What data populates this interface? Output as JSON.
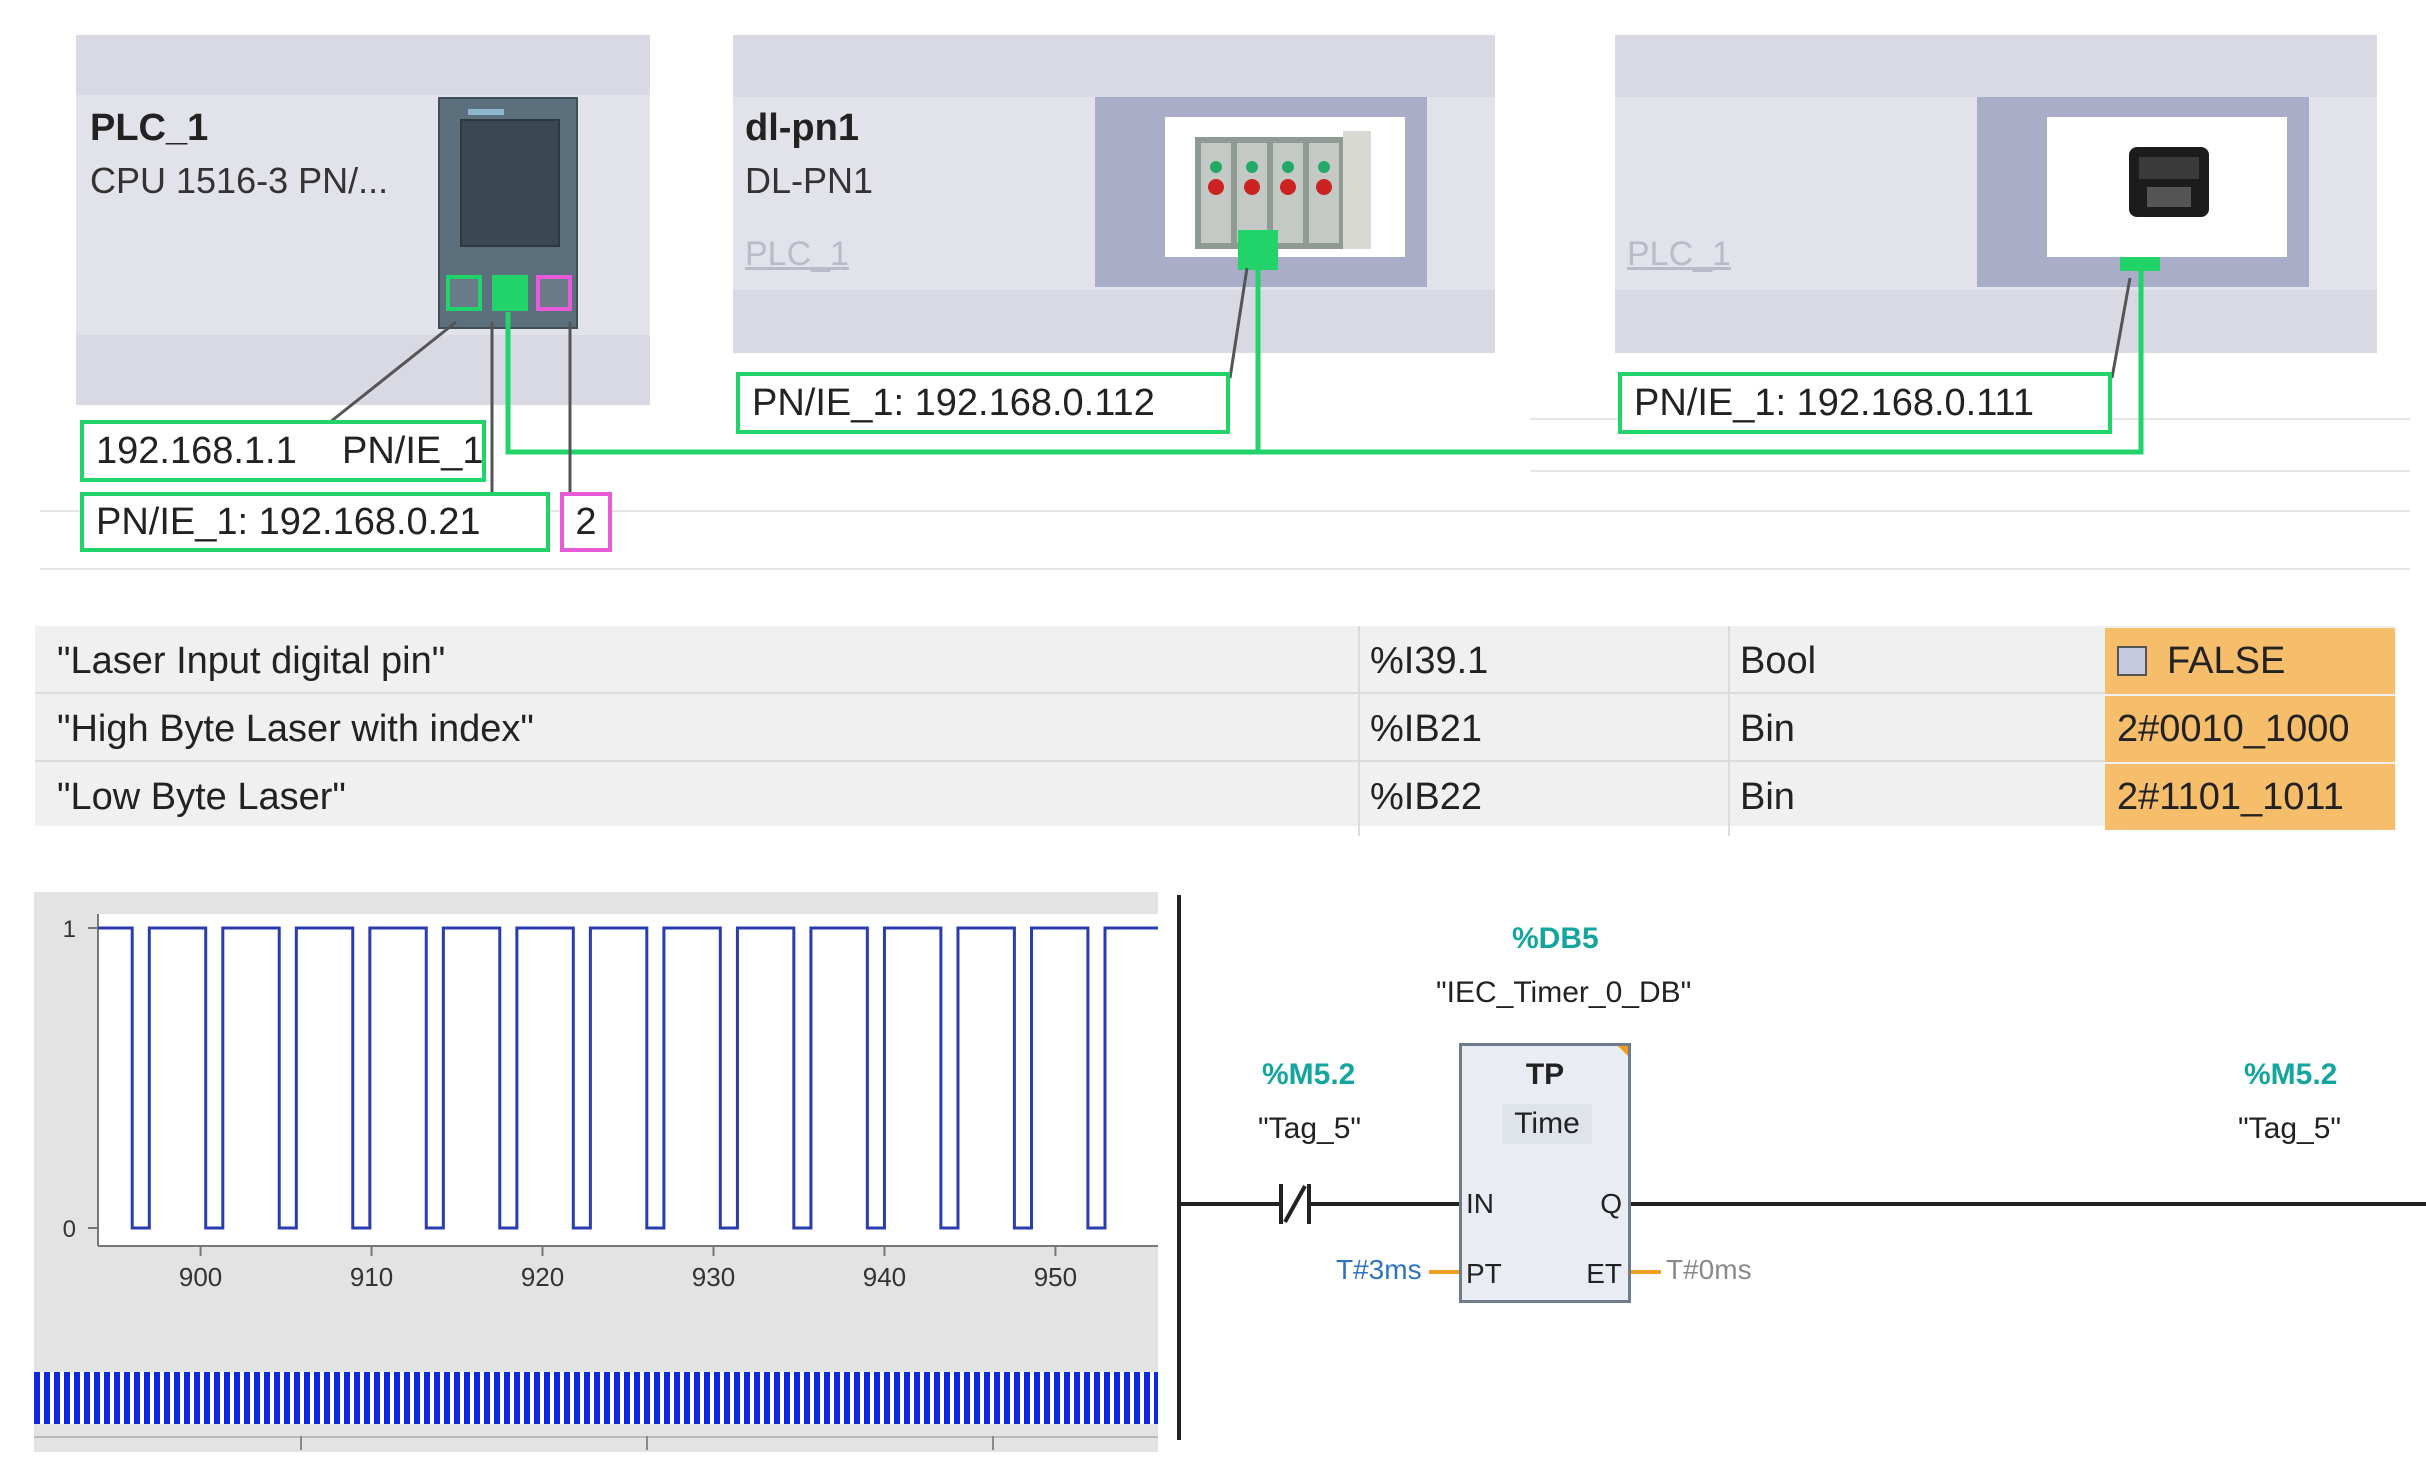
{
  "network": {
    "devices": [
      {
        "name": "PLC_1",
        "type": "CPU 1516-3 PN/..."
      },
      {
        "name": "dl-pn1",
        "type": "DL-PN1",
        "owner": "PLC_1"
      },
      {
        "name": "",
        "type": "",
        "owner": "PLC_1"
      }
    ],
    "plc_ip_x1": "192.168.1.1",
    "plc_net_x1": "PN/IE_1",
    "plc_ip_x2": "PN/IE_1:  192.168.0.21",
    "plc_port3": "2",
    "dlpn1_ip": "PN/IE_1:  192.168.0.112",
    "dev3_ip": "PN/IE_1:  192.168.0.111",
    "colors": {
      "network_line": "#22d36a",
      "port_magenta": "#e85ad8",
      "card": "#e1e2ea"
    }
  },
  "tags": [
    {
      "name": "\"Laser Input digital pin\"",
      "address": "%I39.1",
      "type": "Bool",
      "value": "FALSE",
      "has_checkbox": true
    },
    {
      "name": "\"High Byte Laser with index\"",
      "address": "%IB21",
      "type": "Bin",
      "value": "2#0010_1000"
    },
    {
      "name": "\"Low Byte Laser\"",
      "address": "%IB22",
      "type": "Bin",
      "value": "2#1101_1011"
    }
  ],
  "chart_data": {
    "type": "line",
    "title": "",
    "xlabel": "",
    "ylabel": "",
    "x_ticks": [
      900,
      910,
      920,
      930,
      940,
      950
    ],
    "y_ticks": [
      0,
      1
    ],
    "xlim": [
      894,
      956
    ],
    "ylim": [
      -0.05,
      1.05
    ],
    "grid": false,
    "series": [
      {
        "pulses_low": [
          [
            896,
            897
          ],
          [
            900.3,
            901.3
          ],
          [
            904.6,
            905.6
          ],
          [
            908.9,
            909.9
          ],
          [
            913.2,
            914.2
          ],
          [
            917.5,
            918.5
          ],
          [
            921.8,
            922.8
          ],
          [
            926.1,
            927.1
          ],
          [
            930.4,
            931.4
          ],
          [
            934.7,
            935.7
          ],
          [
            939,
            940
          ],
          [
            943.3,
            944.3
          ],
          [
            947.6,
            948.6
          ],
          [
            951.9,
            952.9
          ]
        ],
        "default_level": 1,
        "color": "#2a3db0"
      }
    ]
  },
  "ladder": {
    "db_address": "%DB5",
    "db_name": "\"IEC_Timer_0_DB\"",
    "block_type": "TP",
    "block_subtype": "Time",
    "pin_in": "IN",
    "pin_pt": "PT",
    "pin_q": "Q",
    "pin_et": "ET",
    "pt_value": "T#3ms",
    "et_value": "T#0ms",
    "contact_address": "%M5.2",
    "contact_tag": "\"Tag_5\"",
    "coil_address": "%M5.2",
    "coil_tag": "\"Tag_5\""
  }
}
